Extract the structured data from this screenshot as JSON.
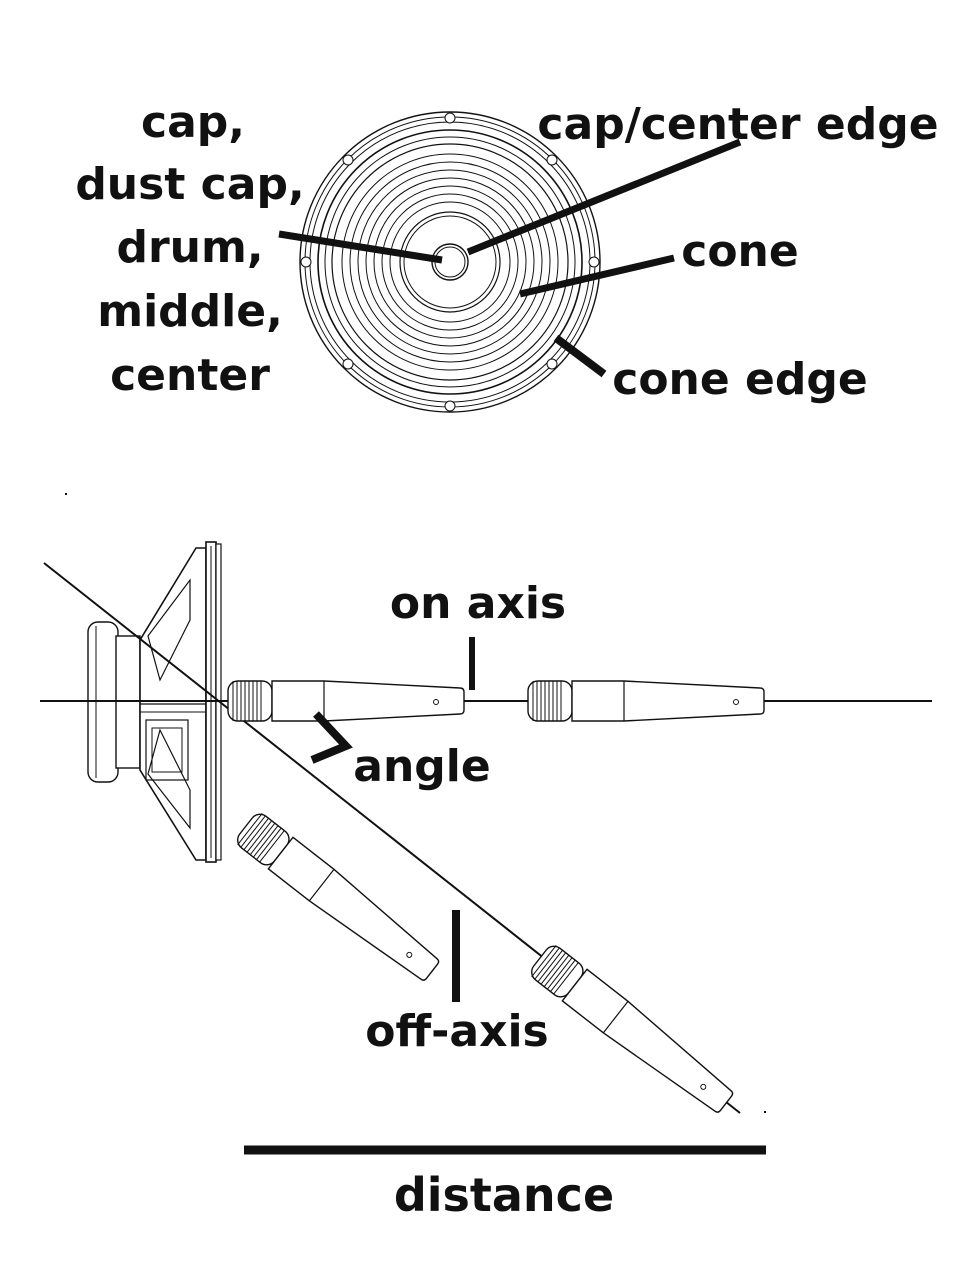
{
  "labels": {
    "cap_line1": "cap,",
    "cap_line2": "dust cap,",
    "cap_line3": "drum,",
    "cap_line4": "middle,",
    "cap_line5": "center",
    "cap_center_edge": "cap/center edge",
    "cone": "cone",
    "cone_edge": "cone edge",
    "on_axis": "on axis",
    "angle": "angle",
    "off_axis": "off-axis",
    "distance": "distance"
  },
  "icons": {
    "speaker_front": "speaker-front-icon",
    "speaker_side": "speaker-side-icon",
    "microphone": "microphone-icon"
  },
  "colors": {
    "ink": "#111111",
    "background": "#ffffff"
  }
}
